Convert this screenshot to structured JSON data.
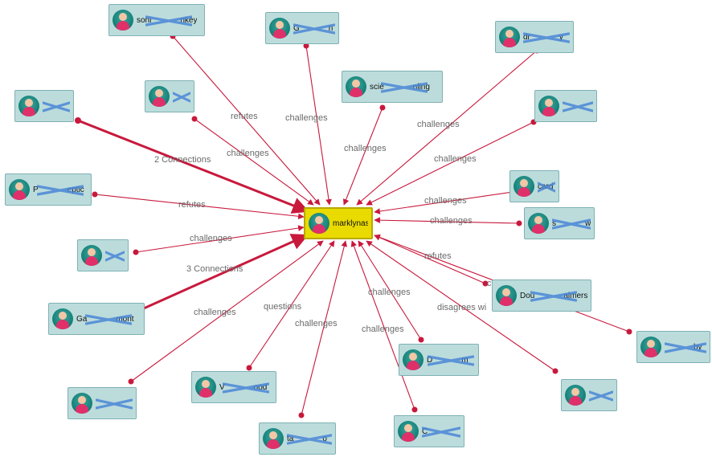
{
  "center": {
    "name": "marklynas"
  },
  "nodes": [
    {
      "id": "n1",
      "label": "soni",
      "label_tail": "nkey"
    },
    {
      "id": "n2",
      "label": "G",
      "label_tail": "n"
    },
    {
      "id": "n3",
      "label": "dr",
      "label_tail": "y"
    },
    {
      "id": "n4",
      "label": "scie",
      "label_tail": "nling"
    },
    {
      "id": "n5",
      "label": "",
      "label_tail": ""
    },
    {
      "id": "n6",
      "label": "",
      "label_tail": ""
    },
    {
      "id": "n7",
      "label": "",
      "label_tail": ""
    },
    {
      "id": "n8",
      "label": "P",
      "label_tail": "eptic"
    },
    {
      "id": "n9",
      "label": "card",
      "label_tail": ""
    },
    {
      "id": "n10",
      "label": "s",
      "label_tail": "we"
    },
    {
      "id": "n11",
      "label": "",
      "label_tail": ""
    },
    {
      "id": "n12",
      "label": "Ga",
      "label_tail": "mont"
    },
    {
      "id": "n13",
      "label": "Dou",
      "label_tail": "almers"
    },
    {
      "id": "n14",
      "label": "",
      "label_tail": "by"
    },
    {
      "id": "n15",
      "label": "",
      "label_tail": ""
    },
    {
      "id": "n16",
      "label": "V",
      "label_tail": "ood"
    },
    {
      "id": "n17",
      "label": "D",
      "label_tail": "m"
    },
    {
      "id": "n18",
      "label": "",
      "label_tail": ""
    },
    {
      "id": "n19",
      "label": "ta",
      "label_tail": "o"
    },
    {
      "id": "n20",
      "label": "C",
      "label_tail": ""
    }
  ],
  "edge_labels": {
    "refutes_1": "refutes",
    "challenges_1": "challenges",
    "challenges_2": "challenges",
    "challenges_3": "challenges",
    "challenges_4": "challenges",
    "connections_2": "2 Connections",
    "challenges_5": "challenges",
    "refutes_2": "refutes",
    "challenges_6": "challenges",
    "challenges_7": "challenges",
    "challenges_8": "challenges",
    "connections_3": "3 Connections",
    "refutes_3": "refutes",
    "partial_c": "c",
    "challenges_9": "challenges",
    "questions_1": "questions",
    "disagrees_1": "disagrees wi",
    "challenges_10": "challenges",
    "challenges_11": "challenges",
    "challenges_12": "challenges"
  },
  "colors": {
    "edge": "#c8193c",
    "center_fill": "#e9da00",
    "node_fill": "#bcdcdc",
    "redaction": "#4a86d6"
  }
}
